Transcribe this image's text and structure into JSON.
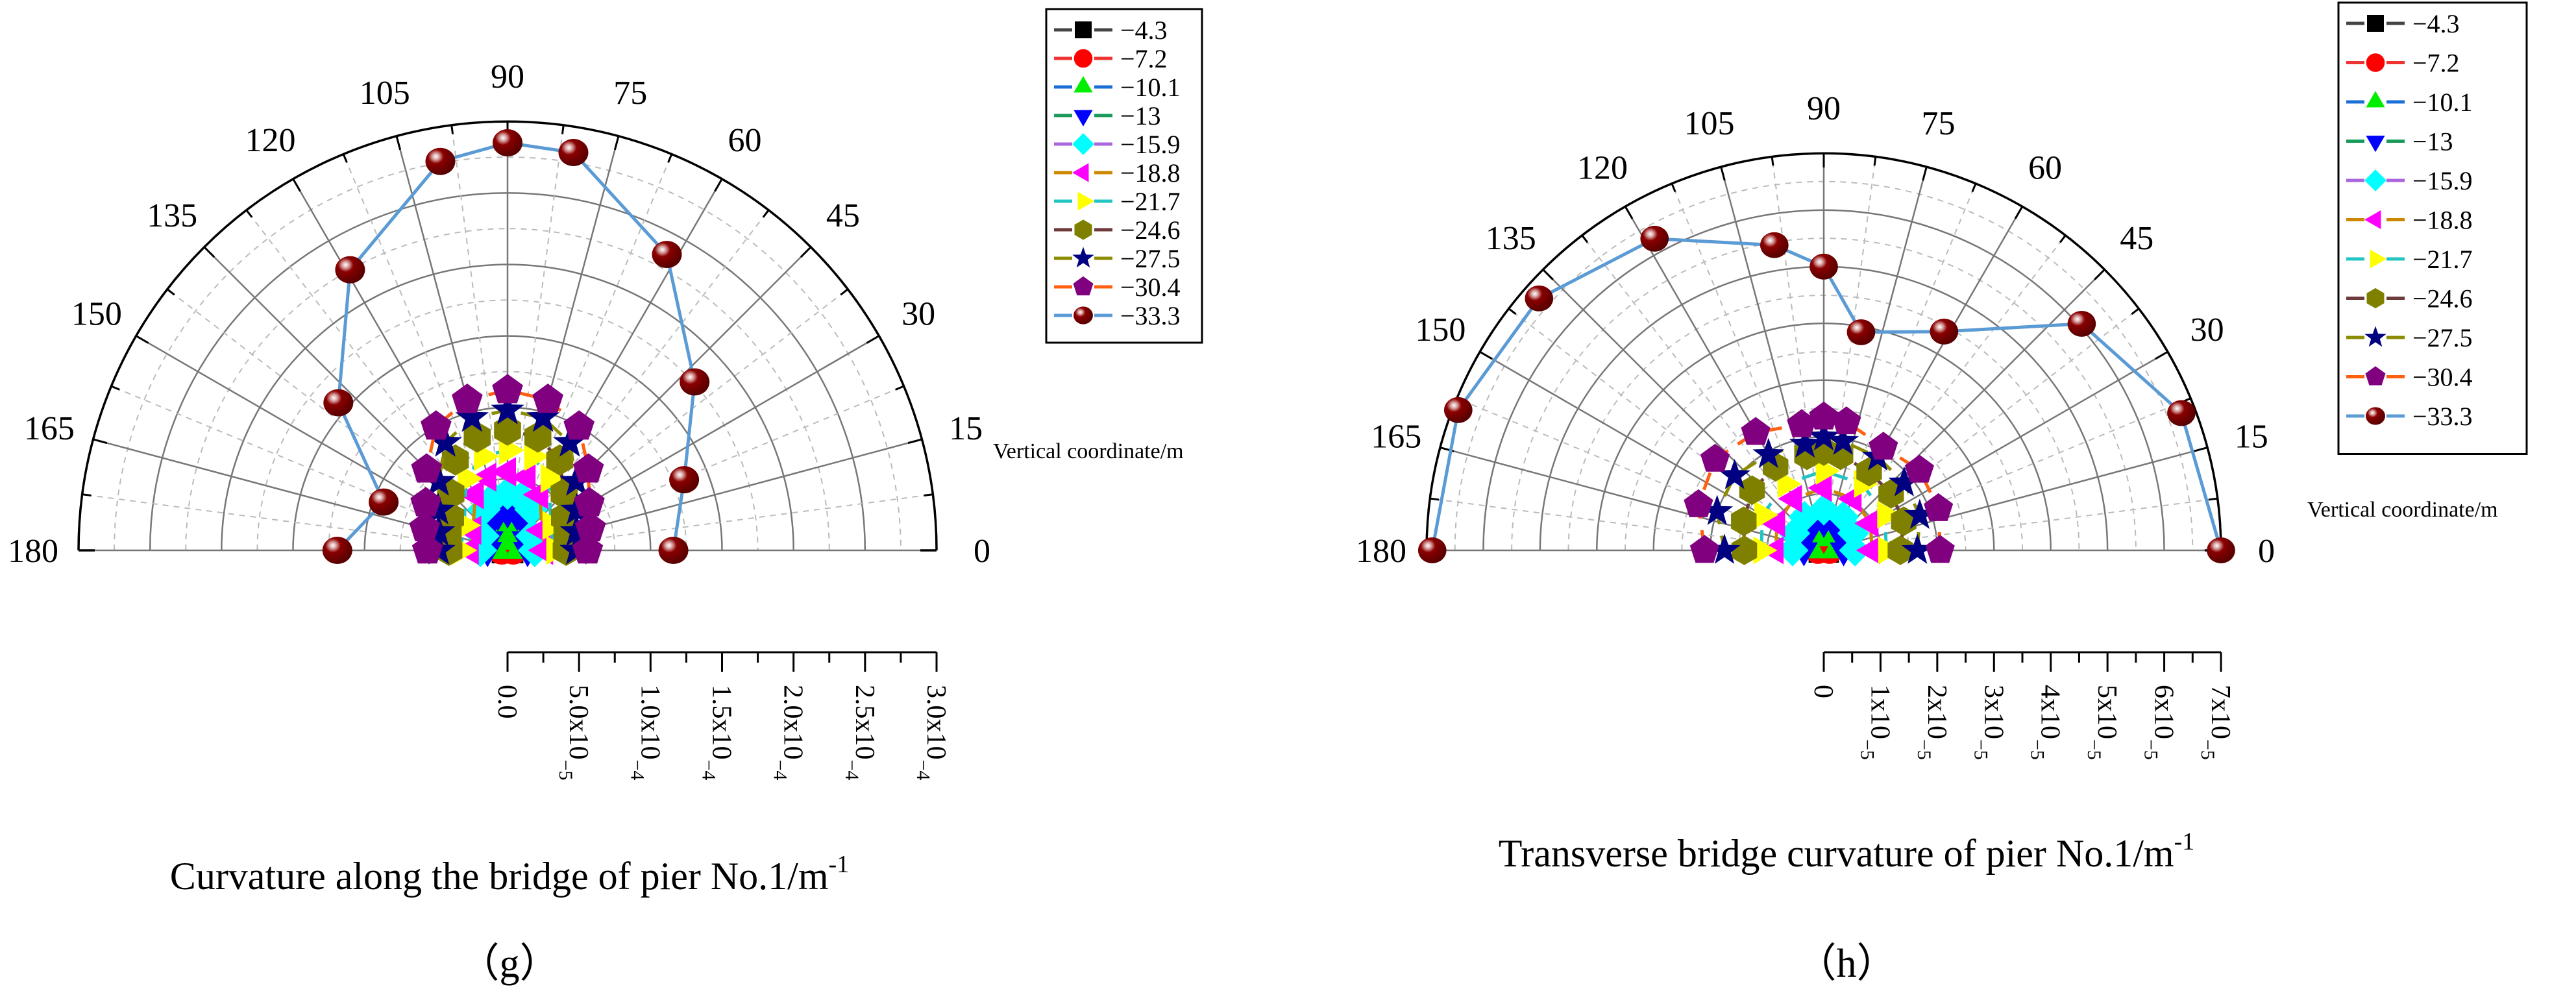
{
  "figure": {
    "panels": [
      {
        "id": "g",
        "label": "（g）",
        "axis_title": "Curvature along the bridge of pier No.1/m",
        "axis_title_sup": "-1",
        "angle_axis_title": "Vertical coordinate/m"
      },
      {
        "id": "h",
        "label": "（h）",
        "axis_title": "Transverse bridge curvature of pier No.1/m",
        "axis_title_sup": "-1",
        "angle_axis_title": "Vertical coordinate/m"
      }
    ]
  },
  "chart_data": [
    {
      "type": "scatter",
      "subtype": "polar-half",
      "title": "Curvature along the bridge of pier No.1/m^-1",
      "panel": "(g)",
      "angle_ticks": [
        0,
        15,
        30,
        45,
        60,
        75,
        90,
        105,
        120,
        135,
        150,
        165,
        180
      ],
      "angle_axis_label": "Vertical coordinate/m",
      "radial_axis_label": "Curvature along the bridge of pier No.1/m^-1",
      "radial_range": [
        0,
        0.0003
      ],
      "radial_ticks": [
        "0.0",
        "5.0x10^-5",
        "1.0x10^-4",
        "1.5x10^-4",
        "2.0x10^-4",
        "2.5x10^-4",
        "3.0x10^-4"
      ],
      "grid": true,
      "legend_position": "right",
      "series": [
        {
          "name": "-4.3",
          "marker": "square",
          "color": "#000000",
          "line_color": "#444444",
          "points": [
            [
              0,
              2e-06
            ],
            [
              90,
              3e-06
            ],
            [
              180,
              2e-06
            ]
          ]
        },
        {
          "name": "-7.2",
          "marker": "circle",
          "color": "#ff0000",
          "line_color": "#ee3333",
          "points": [
            [
              0,
              4e-06
            ],
            [
              90,
              5e-06
            ],
            [
              180,
              4e-06
            ]
          ]
        },
        {
          "name": "-10.1",
          "marker": "triangle-up",
          "color": "#00ee00",
          "line_color": "#1a6fd6",
          "points": [
            [
              0,
              8e-06
            ],
            [
              45,
              9e-06
            ],
            [
              75,
              1.3e-05
            ],
            [
              90,
              1.4e-05
            ],
            [
              105,
              1.3e-05
            ],
            [
              135,
              9e-06
            ],
            [
              180,
              8e-06
            ]
          ]
        },
        {
          "name": "-13",
          "marker": "triangle-down",
          "color": "#0000ff",
          "line_color": "#1a9a5a",
          "points": [
            [
              0,
              1.4e-05
            ],
            [
              30,
              1.5e-05
            ],
            [
              60,
              2.3e-05
            ],
            [
              75,
              2.6e-05
            ],
            [
              90,
              2.7e-05
            ],
            [
              105,
              2.6e-05
            ],
            [
              120,
              2.3e-05
            ],
            [
              150,
              1.5e-05
            ],
            [
              180,
              1.4e-05
            ]
          ]
        },
        {
          "name": "-15.9",
          "marker": "diamond",
          "color": "#00ffff",
          "line_color": "#aa66dd",
          "points": [
            [
              0,
              1.9e-05
            ],
            [
              30,
              2e-05
            ],
            [
              60,
              3.3e-05
            ],
            [
              75,
              3.8e-05
            ],
            [
              90,
              4e-05
            ],
            [
              105,
              3.8e-05
            ],
            [
              120,
              3.3e-05
            ],
            [
              150,
              2e-05
            ],
            [
              180,
              1.9e-05
            ]
          ]
        },
        {
          "name": "-18.8",
          "marker": "triangle-left",
          "color": "#ff00ff",
          "line_color": "#cc8800",
          "points": [
            [
              0,
              2.6e-05
            ],
            [
              30,
              2.8e-05
            ],
            [
              60,
              4.5e-05
            ],
            [
              75,
              5.3e-05
            ],
            [
              90,
              5.5e-05
            ],
            [
              105,
              5.3e-05
            ],
            [
              120,
              4.5e-05
            ],
            [
              150,
              2.8e-05
            ],
            [
              180,
              2.6e-05
            ]
          ]
        },
        {
          "name": "-21.7",
          "marker": "triangle-right",
          "color": "#ffff00",
          "line_color": "#22c4c4",
          "points": [
            [
              0,
              3.3e-05
            ],
            [
              30,
              3.5e-05
            ],
            [
              60,
              5.8e-05
            ],
            [
              75,
              6.8e-05
            ],
            [
              90,
              7e-05
            ],
            [
              105,
              6.8e-05
            ],
            [
              120,
              5.8e-05
            ],
            [
              150,
              3.5e-05
            ],
            [
              180,
              3.3e-05
            ]
          ]
        },
        {
          "name": "-24.6",
          "marker": "hexagon",
          "color": "#808000",
          "line_color": "#6e3b3b",
          "points": [
            [
              0,
              4.1e-05
            ],
            [
              15,
              4.3e-05
            ],
            [
              30,
              4.6e-05
            ],
            [
              45,
              5.6e-05
            ],
            [
              60,
              7.3e-05
            ],
            [
              75,
              8.2e-05
            ],
            [
              90,
              8.4e-05
            ],
            [
              105,
              8.2e-05
            ],
            [
              120,
              7.3e-05
            ],
            [
              135,
              5.6e-05
            ],
            [
              150,
              4.6e-05
            ],
            [
              165,
              4.3e-05
            ],
            [
              180,
              4.1e-05
            ]
          ]
        },
        {
          "name": "-27.5",
          "marker": "star",
          "color": "#000080",
          "line_color": "#8c8c00",
          "points": [
            [
              0,
              4.8e-05
            ],
            [
              15,
              5e-05
            ],
            [
              30,
              5.6e-05
            ],
            [
              45,
              6.8e-05
            ],
            [
              60,
              8.7e-05
            ],
            [
              75,
              9.6e-05
            ],
            [
              90,
              9.8e-05
            ],
            [
              105,
              9.6e-05
            ],
            [
              120,
              8.7e-05
            ],
            [
              135,
              6.8e-05
            ],
            [
              150,
              5.6e-05
            ],
            [
              165,
              5e-05
            ],
            [
              180,
              4.8e-05
            ]
          ]
        },
        {
          "name": "-30.4",
          "marker": "pentagon",
          "color": "#800080",
          "line_color": "#ff6010",
          "points": [
            [
              0,
              5.6e-05
            ],
            [
              15,
              6e-05
            ],
            [
              30,
              6.6e-05
            ],
            [
              45,
              8e-05
            ],
            [
              60,
              0.0001
            ],
            [
              75,
              0.000109
            ],
            [
              90,
              0.000112
            ],
            [
              105,
              0.000109
            ],
            [
              120,
              0.0001
            ],
            [
              135,
              8e-05
            ],
            [
              150,
              6.6e-05
            ],
            [
              165,
              6e-05
            ],
            [
              180,
              5.6e-05
            ]
          ]
        },
        {
          "name": "-33.3",
          "marker": "sphere",
          "color": "#800000",
          "line_color": "#5b9bd5",
          "points": [
            [
              0,
              0.000116
            ],
            [
              21.8,
              0.000133
            ],
            [
              42,
              0.000176
            ],
            [
              61.7,
              0.000235
            ],
            [
              80.6,
              0.000282
            ],
            [
              90,
              0.000285
            ],
            [
              99.8,
              0.000276
            ],
            [
              119.3,
              0.000225
            ],
            [
              138.9,
              0.000157
            ],
            [
              158.7,
              9.3e-05
            ],
            [
              180,
              0.000119
            ]
          ]
        }
      ]
    },
    {
      "type": "scatter",
      "subtype": "polar-half",
      "title": "Transverse bridge curvature of pier No.1/m^-1",
      "panel": "(h)",
      "angle_ticks": [
        0,
        15,
        30,
        45,
        60,
        75,
        90,
        105,
        120,
        135,
        150,
        165,
        180
      ],
      "angle_axis_label": "Vertical coordinate/m",
      "radial_axis_label": "Transverse bridge curvature of pier No.1/m^-1",
      "radial_range": [
        0,
        7e-05
      ],
      "radial_ticks": [
        "0",
        "1x10^-5",
        "2x10^-5",
        "3x10^-5",
        "4x10^-5",
        "5x10^-5",
        "6x10^-5",
        "7x10^-5"
      ],
      "grid": true,
      "legend_position": "right",
      "series": [
        {
          "name": "-4.3",
          "marker": "square",
          "color": "#000000",
          "line_color": "#444444",
          "points": [
            [
              0,
              5e-07
            ],
            [
              90,
              6e-07
            ],
            [
              180,
              5e-07
            ]
          ]
        },
        {
          "name": "-7.2",
          "marker": "circle",
          "color": "#ff0000",
          "line_color": "#ee3333",
          "points": [
            [
              0,
              1e-06
            ],
            [
              90,
              1.2e-06
            ],
            [
              180,
              1e-06
            ]
          ]
        },
        {
          "name": "-10.1",
          "marker": "triangle-up",
          "color": "#00ee00",
          "line_color": "#1a6fd6",
          "points": [
            [
              0,
              2e-06
            ],
            [
              60,
              2.5e-06
            ],
            [
              90,
              3e-06
            ],
            [
              120,
              2.5e-06
            ],
            [
              180,
              2e-06
            ]
          ]
        },
        {
          "name": "-13",
          "marker": "triangle-down",
          "color": "#0000ff",
          "line_color": "#1a9a5a",
          "points": [
            [
              0,
              3.5e-06
            ],
            [
              30,
              4e-06
            ],
            [
              60,
              4.5e-06
            ],
            [
              90,
              5e-06
            ],
            [
              120,
              4.5e-06
            ],
            [
              150,
              4e-06
            ],
            [
              180,
              3.5e-06
            ]
          ]
        },
        {
          "name": "-15.9",
          "marker": "diamond",
          "color": "#00ffff",
          "line_color": "#aa66dd",
          "points": [
            [
              0,
              5.5e-06
            ],
            [
              30,
              6e-06
            ],
            [
              60,
              6.8e-06
            ],
            [
              90,
              7.2e-06
            ],
            [
              120,
              6.8e-06
            ],
            [
              150,
              6e-06
            ],
            [
              180,
              5.5e-06
            ]
          ]
        },
        {
          "name": "-18.8",
          "marker": "triangle-left",
          "color": "#ff00ff",
          "line_color": "#cc8800",
          "points": [
            [
              0,
              8.5e-06
            ],
            [
              30,
              9.5e-06
            ],
            [
              60,
              1.05e-05
            ],
            [
              90,
              1.1e-05
            ],
            [
              120,
              1.05e-05
            ],
            [
              150,
              9.5e-06
            ],
            [
              180,
              8.5e-06
            ]
          ]
        },
        {
          "name": "-21.7",
          "marker": "triangle-right",
          "color": "#ffff00",
          "line_color": "#22c4c4",
          "points": [
            [
              0,
              1.1e-05
            ],
            [
              30,
              1.25e-05
            ],
            [
              60,
              1.35e-05
            ],
            [
              90,
              1.4e-05
            ],
            [
              120,
              1.35e-05
            ],
            [
              150,
              1.25e-05
            ],
            [
              180,
              1.1e-05
            ]
          ]
        },
        {
          "name": "-24.6",
          "marker": "hexagon",
          "color": "#808000",
          "line_color": "#6e3b3b",
          "points": [
            [
              0,
              1.35e-05
            ],
            [
              20,
              1.5e-05
            ],
            [
              40,
              1.55e-05
            ],
            [
              60,
              1.6e-05
            ],
            [
              80,
              1.7e-05
            ],
            [
              90,
              1.75e-05
            ],
            [
              100,
              1.7e-05
            ],
            [
              120,
              1.7e-05
            ],
            [
              140,
              1.65e-05
            ],
            [
              160,
              1.5e-05
            ],
            [
              180,
              1.4e-05
            ]
          ]
        },
        {
          "name": "-27.5",
          "marker": "star",
          "color": "#000080",
          "line_color": "#8c8c00",
          "points": [
            [
              0,
              1.65e-05
            ],
            [
              20,
              1.8e-05
            ],
            [
              40,
              1.85e-05
            ],
            [
              60,
              1.9e-05
            ],
            [
              80,
              1.95e-05
            ],
            [
              90,
              2e-05
            ],
            [
              100,
              1.9e-05
            ],
            [
              120,
              1.95e-05
            ],
            [
              140,
              2.05e-05
            ],
            [
              160,
              2e-05
            ],
            [
              180,
              1.75e-05
            ]
          ]
        },
        {
          "name": "-30.4",
          "marker": "pentagon",
          "color": "#800080",
          "line_color": "#ff6010",
          "points": [
            [
              0,
              2.05e-05
            ],
            [
              20,
              2.15e-05
            ],
            [
              40,
              2.2e-05
            ],
            [
              60,
              2.1e-05
            ],
            [
              80,
              2.3e-05
            ],
            [
              90,
              2.35e-05
            ],
            [
              100,
              2.25e-05
            ],
            [
              120,
              2.4e-05
            ],
            [
              140,
              2.5e-05
            ],
            [
              160,
              2.35e-05
            ],
            [
              180,
              2.1e-05
            ]
          ]
        },
        {
          "name": "-33.3",
          "marker": "sphere",
          "color": "#800000",
          "line_color": "#5b9bd5",
          "points": [
            [
              0,
              7e-05
            ],
            [
              21,
              6.75e-05
            ],
            [
              41.3,
              6.05e-05
            ],
            [
              61.2,
              4.4e-05
            ],
            [
              80.3,
              3.9e-05
            ],
            [
              90,
              5e-05
            ],
            [
              99.2,
              5.45e-05
            ],
            [
              118.5,
              6.25e-05
            ],
            [
              138.5,
              6.7e-05
            ],
            [
              159,
              6.9e-05
            ],
            [
              180,
              6.9e-05
            ]
          ]
        }
      ]
    }
  ]
}
